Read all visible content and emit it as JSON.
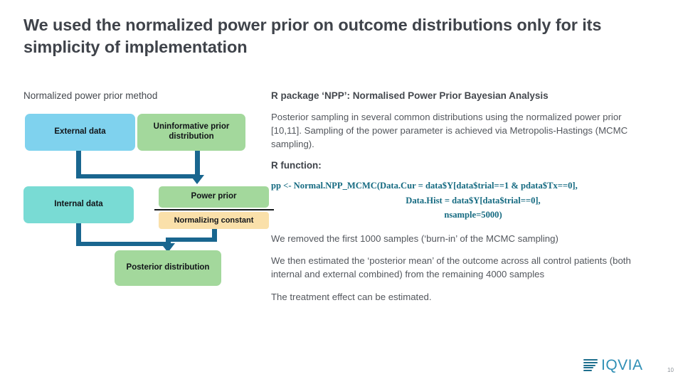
{
  "slide": {
    "title": "We used the normalized power prior on outcome distributions only for its simplicity of implementation",
    "page_number": "10"
  },
  "left": {
    "heading": "Normalized power prior method",
    "diagram": {
      "boxes": [
        {
          "id": "external",
          "label": "External data",
          "color": "#7fd2ee"
        },
        {
          "id": "uninformative",
          "label": "Uninformative prior distribution",
          "color": "#a3d89c"
        },
        {
          "id": "internal",
          "label": "Internal data",
          "color": "#79dbd4"
        },
        {
          "id": "power_prior",
          "label": "Power prior",
          "color": "#a3d89c"
        },
        {
          "id": "norm_constant",
          "label": "Normalizing constant",
          "color": "#fae0aa"
        },
        {
          "id": "posterior",
          "label": "Posterior distribution",
          "color": "#a3d89c"
        }
      ],
      "arrow_color": "#19668f",
      "fraction_bar_color": "#161a1d"
    }
  },
  "right": {
    "heading": "R package ‘NPP’: Normalised Power Prior Bayesian Analysis",
    "description": "Posterior sampling in several common distributions using the normalized power prior [10,11]. Sampling of the power parameter is achieved via Metropolis-Hastings (MCMC sampling).",
    "function_label": "R function:",
    "code": {
      "line1": "pp <- Normal.NPP_MCMC(Data.Cur = data$Y[data$trial==1 & pdata$Tx==0],",
      "line2": "Data.Hist = data$Y[data$trial==0],",
      "line3": "nsample=5000)",
      "color": "#156a81"
    },
    "notes": [
      "We removed the first 1000 samples (‘burn-in’ of the MCMC sampling)",
      "We then estimated the ‘posterior mean’ of the outcome across all control patients (both internal and external combined) from the remaining 4000 samples",
      "The treatment effect can be estimated."
    ]
  },
  "branding": {
    "logo_text": "IQVIA",
    "logo_color": "#2f8fb5"
  }
}
